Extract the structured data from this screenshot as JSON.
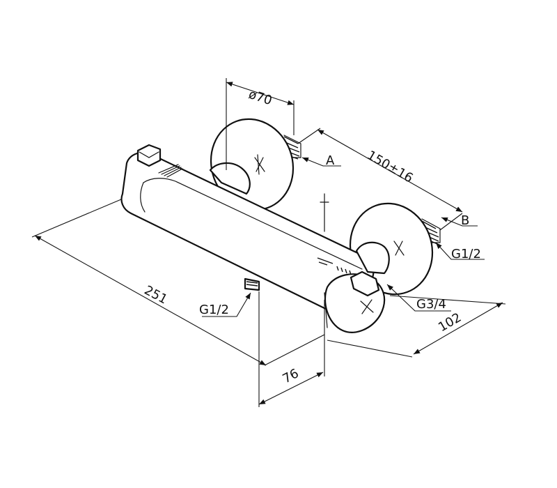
{
  "dimensions": {
    "diameter": "ø70",
    "connection_spacing": "150±16",
    "depth": "102",
    "length": "251",
    "outlet_offset": "76"
  },
  "callouts": {
    "a": "A",
    "b": "B",
    "inlet_thread": "G1/2",
    "outlet_thread_bottom": "G1/2",
    "outlet_thread_side": "G3/4"
  },
  "colors": {
    "line": "#111111",
    "background": "#ffffff"
  }
}
